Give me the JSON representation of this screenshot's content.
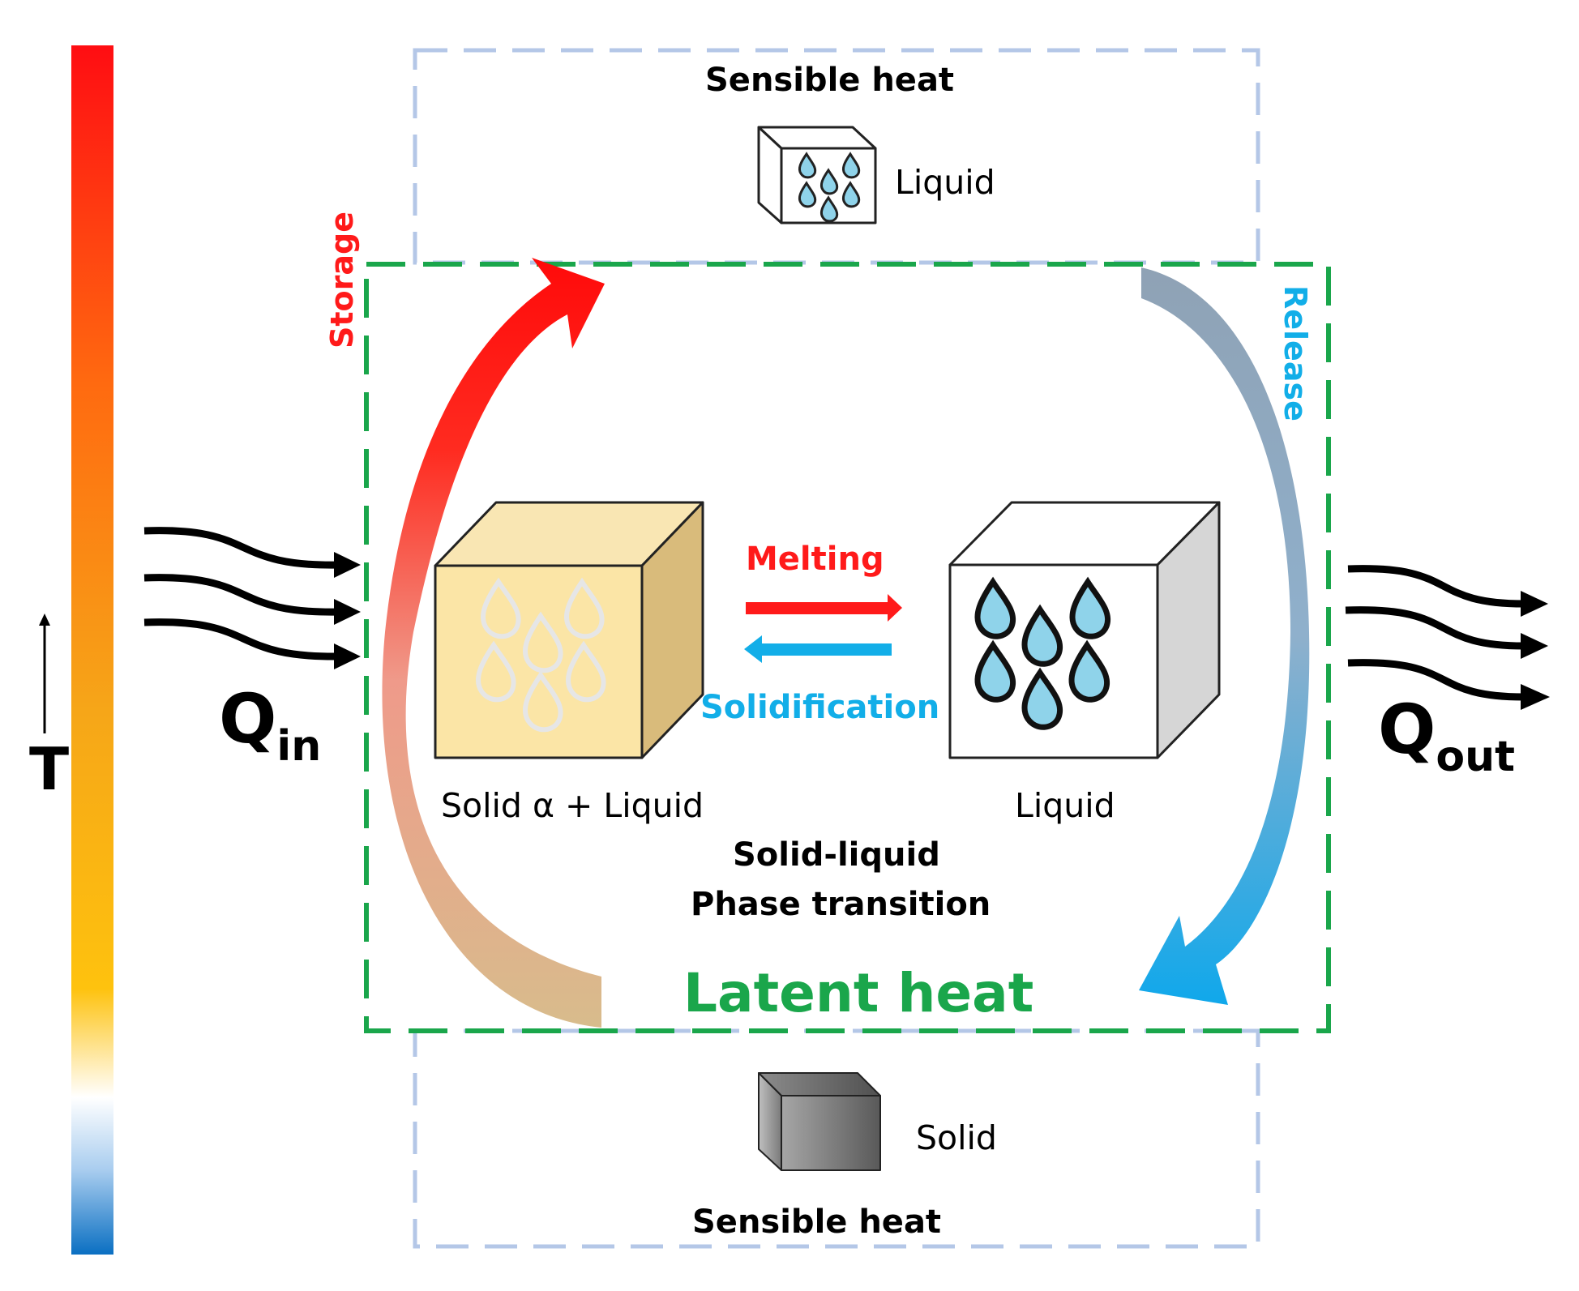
{
  "temperature_axis": {
    "label": "T"
  },
  "sensible_top": {
    "title": "Sensible heat",
    "state_label": "Liquid"
  },
  "sensible_bottom": {
    "title": "Sensible heat",
    "state_label": "Solid"
  },
  "latent": {
    "title": "Latent heat",
    "left_state_label": "Solid α + Liquid",
    "right_state_label": "Liquid",
    "melting_label": "Melting",
    "solidification_label": "Solidification",
    "transition_line1": "Solid-liquid",
    "transition_line2": "Phase transition"
  },
  "heat_in": {
    "symbol": "Q",
    "subscript": "in"
  },
  "heat_out": {
    "symbol": "Q",
    "subscript": "out"
  },
  "storage_label": "Storage",
  "release_label": "Release",
  "colors": {
    "latent_green": "#1aa64b",
    "sensible_border": "#b4c7e7",
    "melting_red": "#ff1a1a",
    "solidification_blue": "#12aee8",
    "release_blue": "#12aee8",
    "cube_yellow": "#fbe5a6",
    "cube_gray": "#7f7f7f"
  }
}
